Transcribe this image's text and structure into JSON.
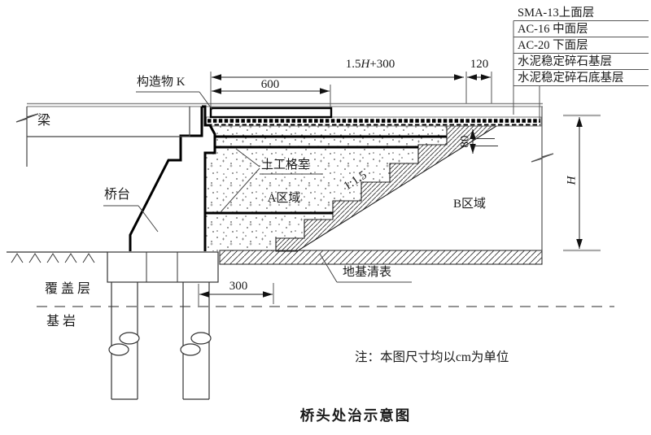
{
  "title": "桥头处治示意图",
  "note": "注：本图尺寸均以cm为单位",
  "legend": {
    "items": [
      "SMA-13上面层",
      "AC-16 中面层",
      "AC-20 下面层",
      "水泥稳定碎石基层",
      "水泥稳定碎石底基层"
    ]
  },
  "labels": {
    "beam": "梁",
    "structure_k": "构造物 K",
    "abutment": "桥台",
    "geocell": "土工格室",
    "zone_a": "A区域",
    "zone_b": "B区域",
    "slope_ratio": "1:1.5",
    "ground_clearing": "地基清表",
    "overburden": "覆盖层",
    "bedrock": "基岩"
  },
  "dimensions": {
    "approach_slab_length": "600",
    "wedge_length_prefix": "1.5",
    "wedge_length_var": "H",
    "wedge_length_suffix": "+300",
    "offset_120": "120",
    "pile_offset_300": "300",
    "layer_80": "80",
    "height_var": "H"
  }
}
